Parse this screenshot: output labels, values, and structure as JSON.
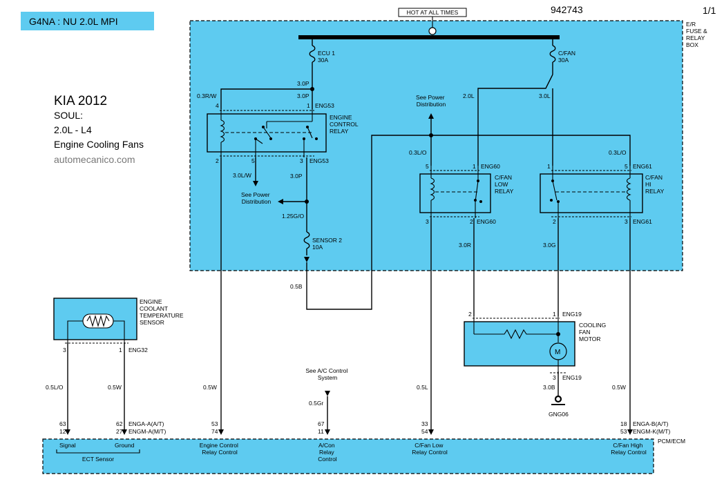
{
  "header": {
    "engine_badge": "G4NA : NU 2.0L MPI",
    "doc_number": "942743",
    "page": "1/1",
    "hot_label": "HOT AT ALL TIMES"
  },
  "vehicle": {
    "make_year": "KIA 2012",
    "model": "SOUL:",
    "engine": "2.0L - L4",
    "system": "Engine Cooling Fans",
    "website": "automecanico.com"
  },
  "fuse_box": {
    "label": [
      "E/R",
      "FUSE &",
      "RELAY",
      "BOX"
    ],
    "fuse1": [
      "ECU 1",
      "30A"
    ],
    "fuse2": [
      "C/FAN",
      "30A"
    ],
    "sensor_fuse": [
      "SENSOR 2",
      "10A"
    ],
    "see_power1": [
      "See Power",
      "Distribution"
    ],
    "see_power2": [
      "See Power",
      "Distribution"
    ]
  },
  "relays": {
    "ecr": [
      "ENGINE",
      "CONTROL",
      "RELAY"
    ],
    "low": [
      "C/FAN",
      "LOW",
      "RELAY"
    ],
    "hi": [
      "C/FAN",
      "HI",
      "RELAY"
    ]
  },
  "connectors": {
    "eng53": "ENG53",
    "eng60": "ENG60",
    "eng61": "ENG61",
    "eng19": "ENG19",
    "eng32": "ENG32",
    "gng06": "GNG06",
    "pcm_a": "ENGA-A(A/T)",
    "pcm_m": "ENGM-A(M/T)",
    "pcm_b": "ENGA-B(A/T)",
    "pcm_k": "ENGM-K(M/T)",
    "pcm_ecm": "PCM/ECM"
  },
  "pins": {
    "p4": "4",
    "p1": "1",
    "p2": "2",
    "p5": "5",
    "p3": "3"
  },
  "wires": {
    "w30p": "3.0P",
    "w03rw": "0.3R/W",
    "w30lw": "3.0L/W",
    "w125go": "1.25G/O",
    "w05b": "0.5B",
    "w20l": "2.0L",
    "w30l": "3.0L",
    "w03lo": "0.3L/O",
    "w30r": "3.0R",
    "w30g": "3.0G",
    "w30b": "3.0B",
    "w05lo": "0.5L/O",
    "w05w": "0.5W",
    "w05gr": "0.5Gr",
    "w05l": "0.5L"
  },
  "components": {
    "ect": [
      "ENGINE",
      "COOLANT",
      "TEMPERATURE",
      "SENSOR"
    ],
    "motor": [
      "COOLING",
      "FAN",
      "MOTOR"
    ],
    "motor_symbol": "M",
    "ac_note": [
      "See A/C Control",
      "System"
    ]
  },
  "pcm_pins": {
    "signal": [
      "63",
      "12"
    ],
    "ground": [
      "62",
      "27"
    ],
    "ecr_ctrl": [
      "53",
      "74"
    ],
    "ac": [
      "67",
      "11"
    ],
    "low_ctrl": [
      "33",
      "54"
    ],
    "high_ctrl": [
      "18",
      "53"
    ]
  },
  "pcm_labels": {
    "signal": "Signal",
    "ground": "Ground",
    "ect_sensor": "ECT Sensor",
    "ecr_ctrl": [
      "Engine Control",
      "Relay Control"
    ],
    "ac": [
      "A/Con",
      "Relay",
      "Control"
    ],
    "low_ctrl": [
      "C/Fan Low",
      "Relay Control"
    ],
    "high_ctrl": [
      "C/Fan High",
      "Relay Control"
    ]
  }
}
